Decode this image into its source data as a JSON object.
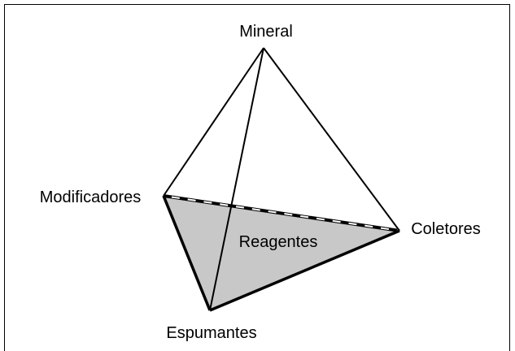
{
  "diagram": {
    "vertices": {
      "top": "Mineral",
      "left": "Modificadores",
      "right": "Coletores",
      "bottom": "Espumantes"
    },
    "face_label": "Reagentes",
    "colors": {
      "face_fill": "#c8c8c8",
      "line": "#000000",
      "background": "#ffffff"
    }
  }
}
